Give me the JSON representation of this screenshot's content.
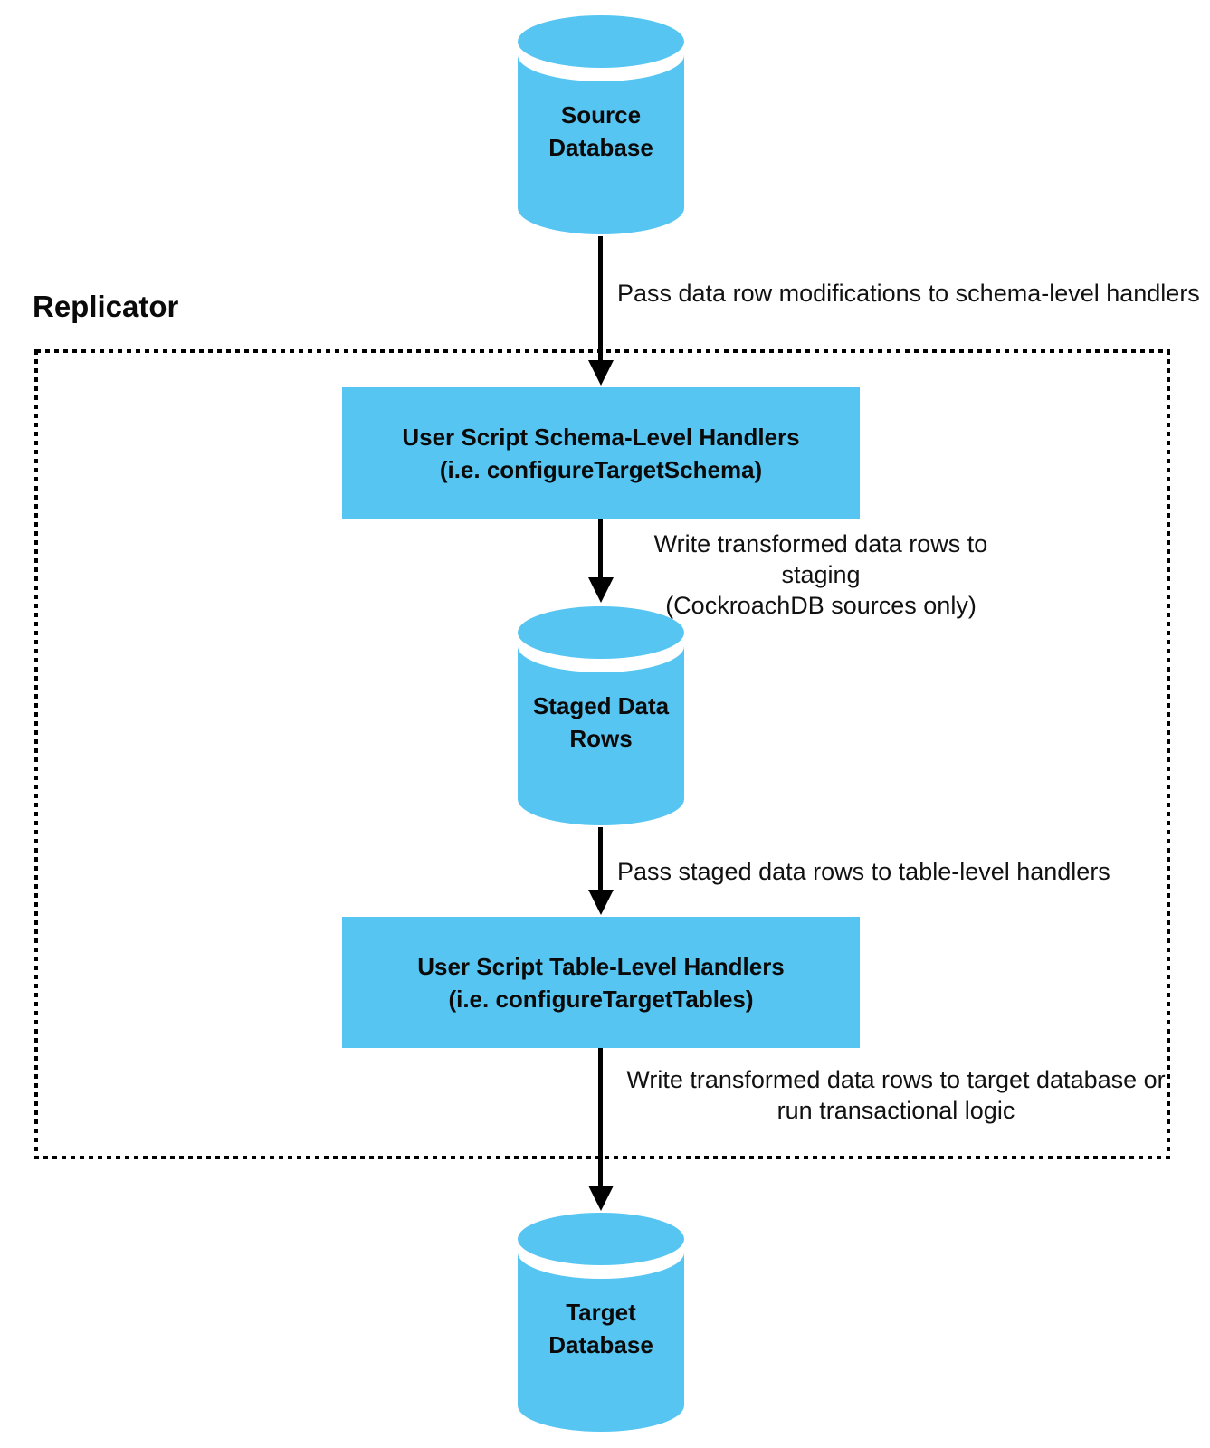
{
  "colors": {
    "node_fill": "#56C5F2",
    "line": "#000000",
    "text": "#0A0A0A"
  },
  "replicator": {
    "label": "Replicator"
  },
  "nodes": {
    "source_db": {
      "line1": "Source",
      "line2": "Database"
    },
    "schema_handlers": {
      "line1": "User Script Schema-Level Handlers",
      "line2": "(i.e. configureTargetSchema)"
    },
    "staged_rows": {
      "line1": "Staged Data",
      "line2": "Rows"
    },
    "table_handlers": {
      "line1": "User Script Table-Level Handlers",
      "line2": "(i.e. configureTargetTables)"
    },
    "target_db": {
      "line1": "Target",
      "line2": "Database"
    }
  },
  "edges": {
    "source_to_schema": {
      "label": "Pass data row modifications to schema-level handlers"
    },
    "schema_to_staged": {
      "line1": "Write transformed data rows to staging",
      "line2": "(CockroachDB sources only)"
    },
    "staged_to_table": {
      "label": "Pass staged data rows to table-level handlers"
    },
    "table_to_target": {
      "line1": "Write transformed data rows to target database or",
      "line2": "run transactional logic"
    }
  }
}
